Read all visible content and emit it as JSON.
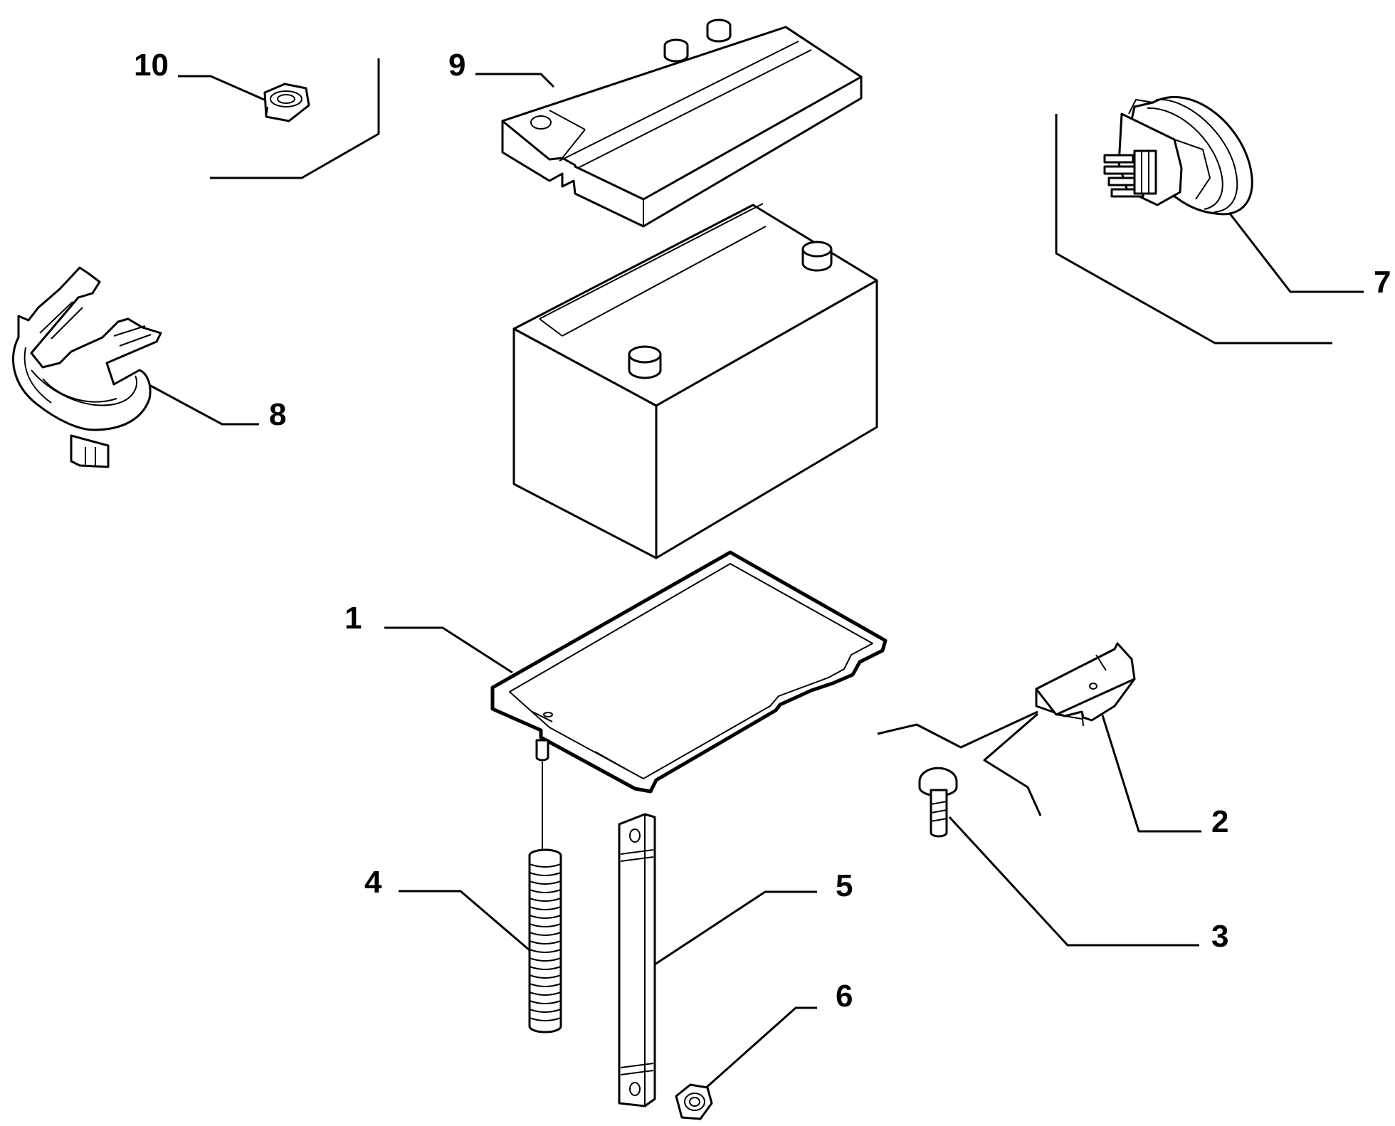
{
  "callouts": [
    {
      "id": "1",
      "label": "1"
    },
    {
      "id": "2",
      "label": "2"
    },
    {
      "id": "3",
      "label": "3"
    },
    {
      "id": "4",
      "label": "4"
    },
    {
      "id": "5",
      "label": "5"
    },
    {
      "id": "6",
      "label": "6"
    },
    {
      "id": "7",
      "label": "7"
    },
    {
      "id": "8",
      "label": "8"
    },
    {
      "id": "9",
      "label": "9"
    },
    {
      "id": "10",
      "label": "10"
    }
  ],
  "parts": [
    {
      "id": "battery-tray",
      "callout": "1"
    },
    {
      "id": "bracket",
      "callout": "2"
    },
    {
      "id": "bolt",
      "callout": "3"
    },
    {
      "id": "threaded-stud",
      "callout": "4"
    },
    {
      "id": "hold-down-strap",
      "callout": "5"
    },
    {
      "id": "flange-nut",
      "callout": "6"
    },
    {
      "id": "terminal-connector",
      "callout": "7"
    },
    {
      "id": "terminal-clamp",
      "callout": "8"
    },
    {
      "id": "battery-cover",
      "callout": "9"
    },
    {
      "id": "hex-nut",
      "callout": "10"
    },
    {
      "id": "battery",
      "callout": ""
    }
  ],
  "colors": {
    "line": "#000000",
    "background": "#ffffff"
  }
}
